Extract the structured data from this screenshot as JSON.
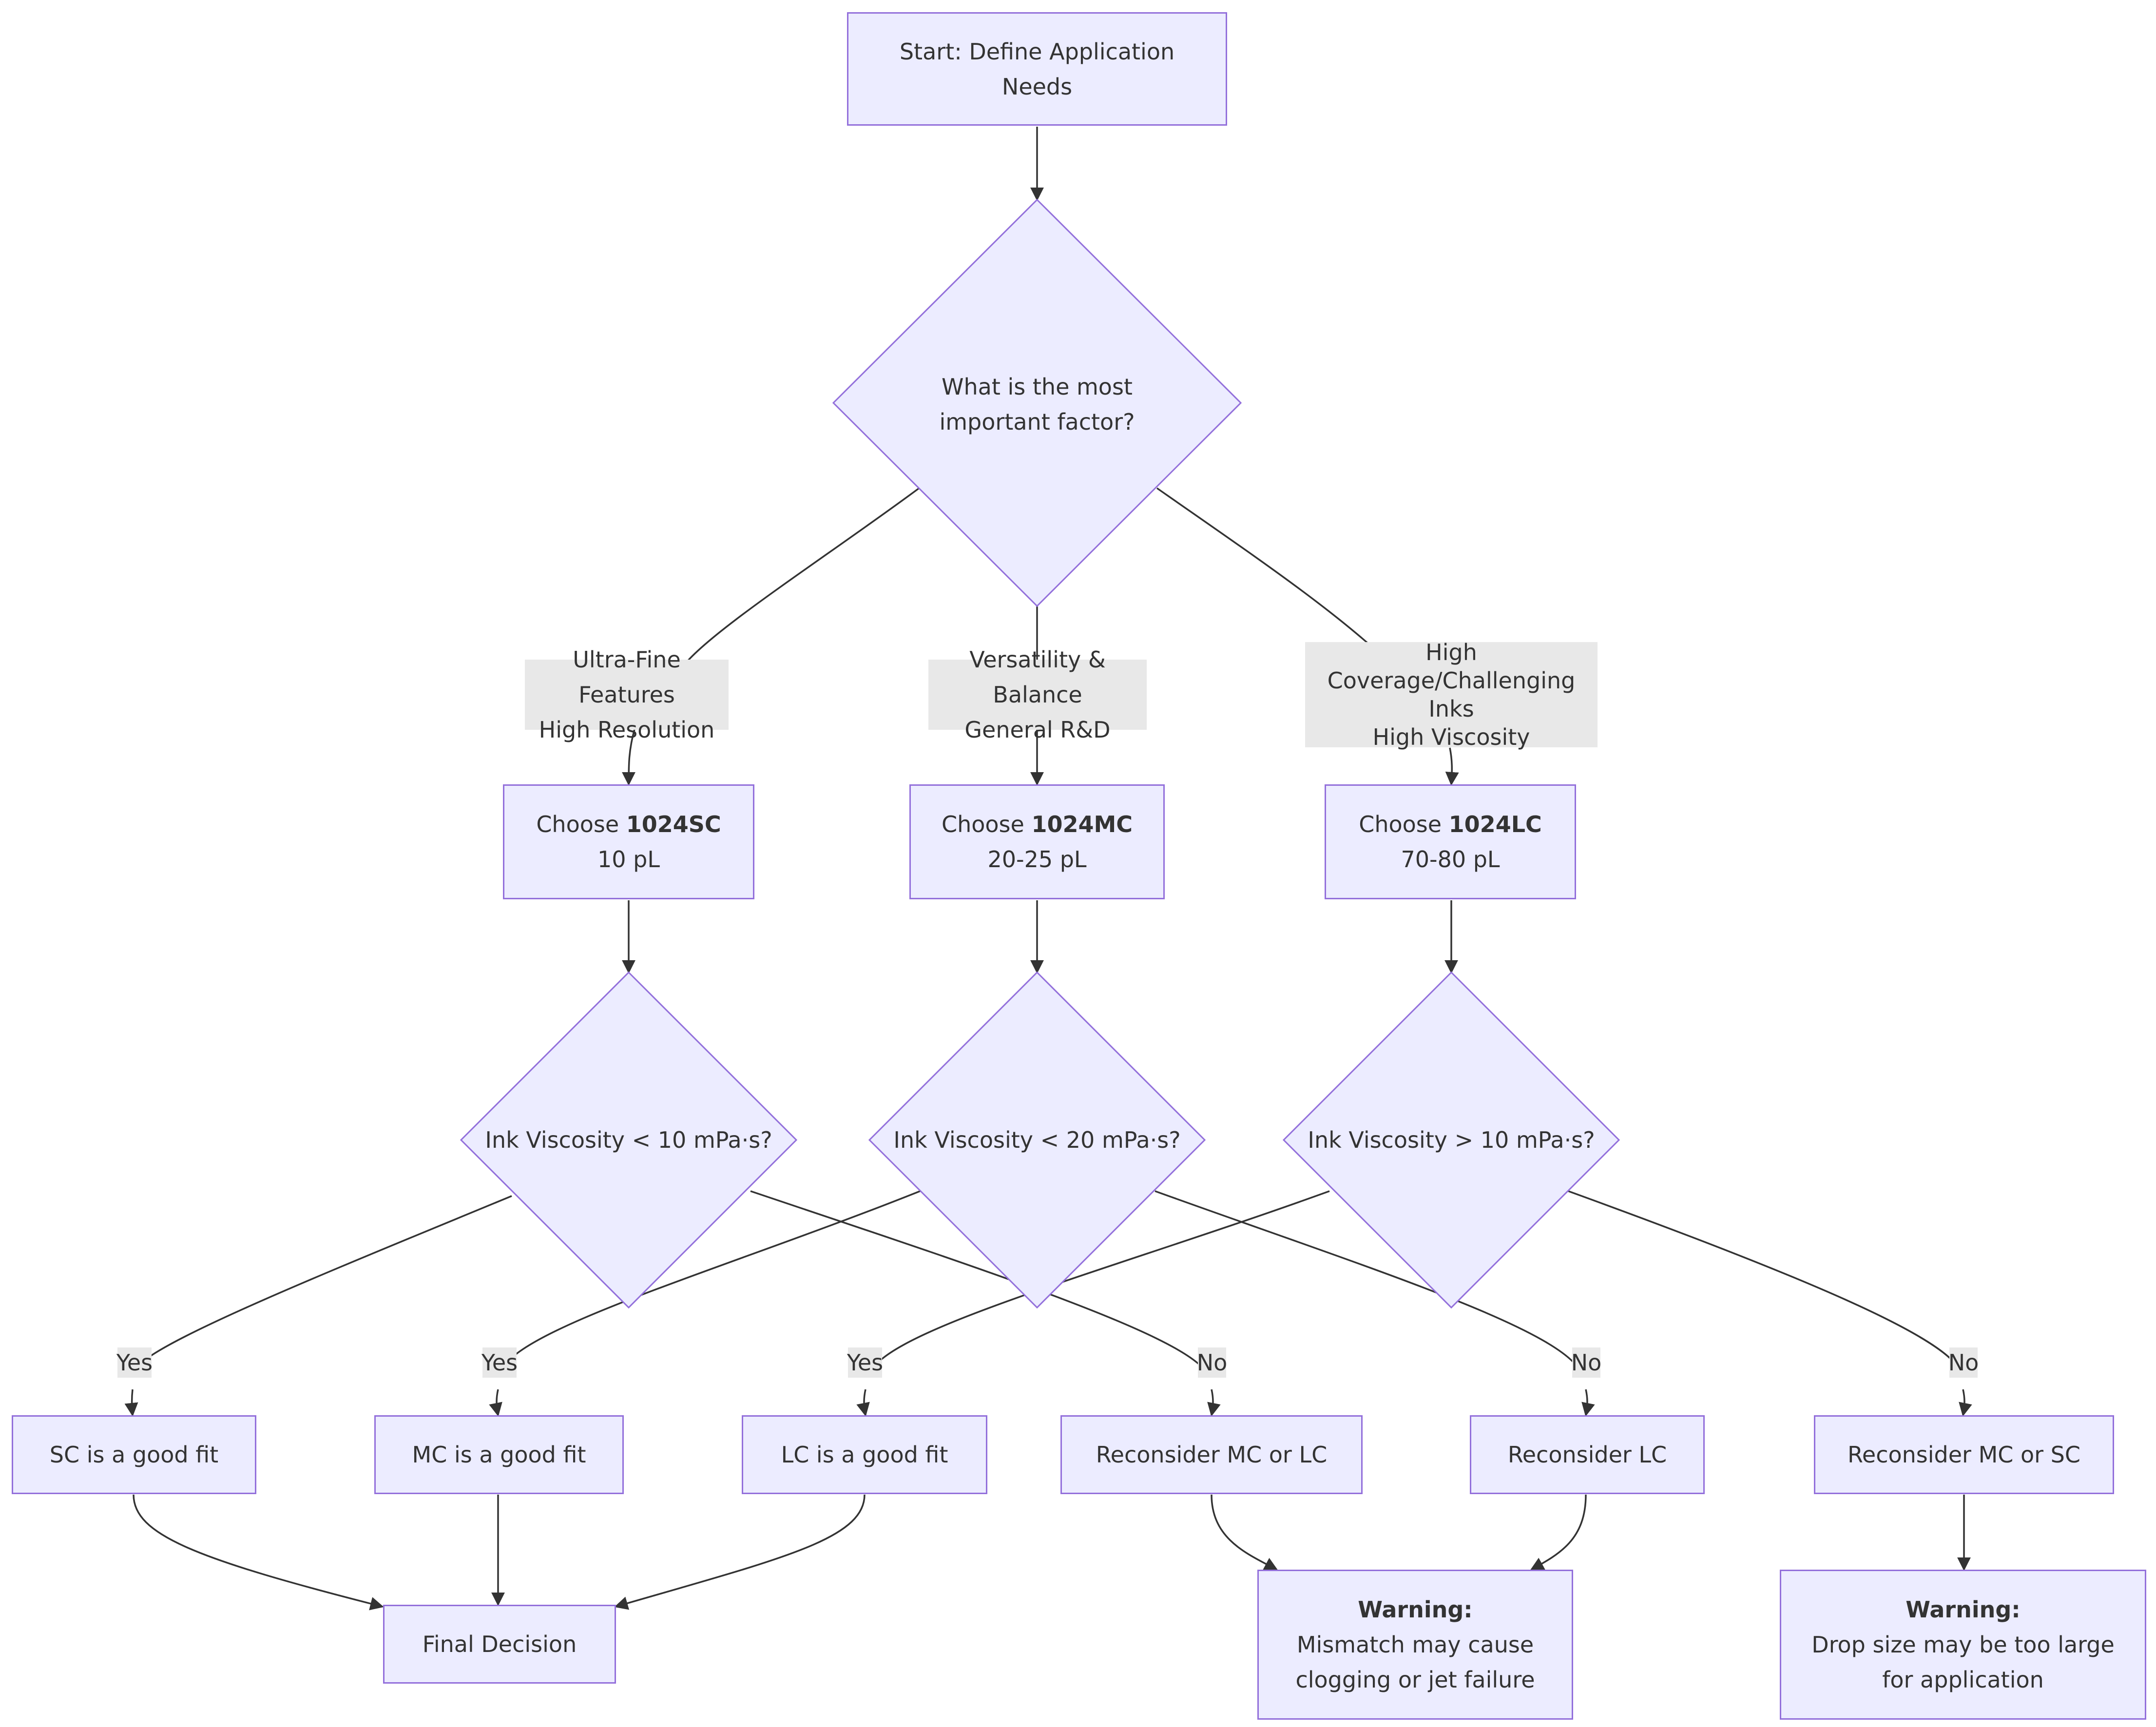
{
  "nodes": {
    "start": {
      "line1": "Start: Define Application",
      "line2": "Needs"
    },
    "factor": {
      "line1": "What is the most",
      "line2": "important factor?"
    },
    "sc": {
      "prefix": "Choose ",
      "model": "1024SC",
      "drop": "10 pL"
    },
    "mc": {
      "prefix": "Choose ",
      "model": "1024MC",
      "drop": "20-25 pL"
    },
    "lc": {
      "prefix": "Choose ",
      "model": "1024LC",
      "drop": "70-80 pL"
    },
    "visc_sc": {
      "text": "Ink Viscosity < 10 mPa·s?"
    },
    "visc_mc": {
      "text": "Ink Viscosity < 20 mPa·s?"
    },
    "visc_lc": {
      "text": "Ink Viscosity > 10 mPa·s?"
    },
    "sc_fit": {
      "text": "SC is a good fit"
    },
    "mc_fit": {
      "text": "MC is a good fit"
    },
    "lc_fit": {
      "text": "LC is a good fit"
    },
    "reconsider_mc_lc": {
      "text": "Reconsider MC or LC"
    },
    "reconsider_lc": {
      "text": "Reconsider LC"
    },
    "reconsider_mc_sc": {
      "text": "Reconsider MC or SC"
    },
    "final": {
      "text": "Final Decision"
    },
    "warn_clog": {
      "title": "Warning:",
      "line1": "Mismatch may cause",
      "line2": "clogging or jet failure"
    },
    "warn_drop": {
      "title": "Warning:",
      "line1": "Drop size may be too large",
      "line2": "for application"
    }
  },
  "edge_labels": {
    "ultra": {
      "line1": "Ultra-Fine Features",
      "line2": "High Resolution"
    },
    "versatility": {
      "line1": "Versatility & Balance",
      "line2": "General R&D"
    },
    "coverage": {
      "line1": "High Coverage/Challenging",
      "line2": "Inks",
      "line3": "High Viscosity"
    },
    "yes": "Yes",
    "no": "No"
  },
  "colors": {
    "node_fill": "#ececff",
    "node_border": "#9370db",
    "edge": "#333333",
    "label_bg": "#e8e8e8"
  }
}
